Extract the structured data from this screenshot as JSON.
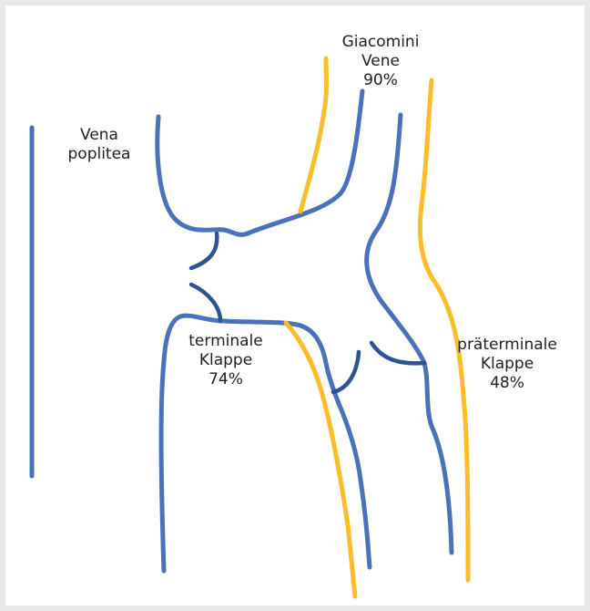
{
  "colors": {
    "vein_blue": "#4a72b8",
    "valve_dark": "#2d5490",
    "saphenous_yellow": "#fbbd29",
    "background": "#ffffff",
    "border": "#e9e9e9"
  },
  "labels": {
    "vena_poplitea": [
      "Vena",
      "poplitea"
    ],
    "giacomini": [
      "Giacomini",
      "Vene",
      "90%"
    ],
    "terminale": [
      "terminale",
      "Klappe",
      "74%"
    ],
    "praeterminale": [
      "präterminale",
      "Klappe",
      "48%"
    ]
  }
}
